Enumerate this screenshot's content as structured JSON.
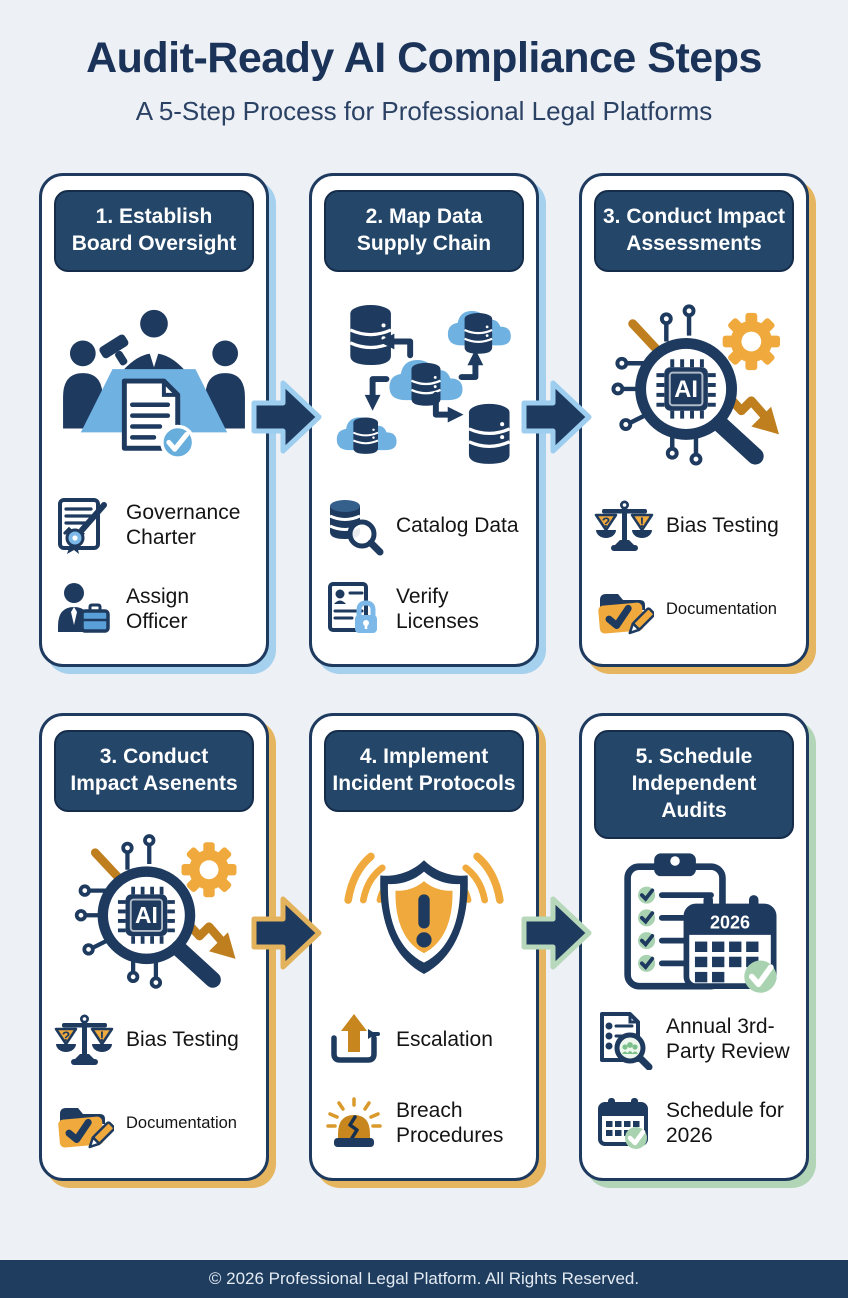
{
  "title": "Audit-Ready AI Compliance Steps",
  "subtitle": "A 5-Step Process for Professional Legal Platforms",
  "footer": {
    "text": "© 2026 Professional Legal Platform. All Rights Reserved."
  },
  "colors": {
    "background": "#edf1f6",
    "navy": "#1e3a5f",
    "header_pill": "#234669",
    "light_blue": "#6fb1e0",
    "check_blue": "#67aedd",
    "orange": "#f0a93c",
    "gold": "#bf7f1f",
    "green_light": "#a9d3b0",
    "shadow_blue": "#a5d0ee",
    "shadow_gold": "#e6b55f",
    "shadow_green": "#b2d5b8",
    "footer_bg": "#1f3d5e"
  },
  "cards": [
    {
      "header_line1": "1. Establish",
      "header_line2": "Board Oversight",
      "main_icon": "board-meeting-icon",
      "bullets": [
        {
          "icon": "governance-charter-icon",
          "label": "Governance Charter"
        },
        {
          "icon": "assign-officer-icon",
          "label": "Assign Officer"
        }
      ]
    },
    {
      "header_line1": "2. Map Data",
      "header_line2": "Supply Chain",
      "main_icon": "data-supply-chain-icon",
      "bullets": [
        {
          "icon": "catalog-data-icon",
          "label": "Catalog Data"
        },
        {
          "icon": "verify-licenses-icon",
          "label": "Verify Licenses"
        }
      ]
    },
    {
      "header_line1": "3. Conduct Impact",
      "header_line2": "Assessments",
      "main_icon": "ai-impact-magnifier-icon",
      "chip_label": "AI",
      "bullets": [
        {
          "icon": "bias-testing-scales-icon",
          "label": "Bias Testing",
          "glyphs": [
            "?",
            "!"
          ]
        },
        {
          "icon": "documentation-folder-icon",
          "label": "Documentation"
        }
      ]
    },
    {
      "header_line1": "3. Conduct",
      "header_line2": "Impact Asenents",
      "main_icon": "ai-impact-magnifier-icon",
      "chip_label": "AI",
      "bullets": [
        {
          "icon": "bias-testing-scales-icon",
          "label": "Bias Testing",
          "glyphs": [
            "?",
            "!"
          ]
        },
        {
          "icon": "documentation-folder-icon",
          "label": "Documentation"
        }
      ]
    },
    {
      "header_line1": "4. Implement",
      "header_line2": "Incident Protocols",
      "main_icon": "incident-alert-shield-icon",
      "bullets": [
        {
          "icon": "escalation-icon",
          "label": "Escalation"
        },
        {
          "icon": "breach-procedures-icon",
          "label": "Breach Procedures"
        }
      ]
    },
    {
      "header_line1": "5. Schedule",
      "header_line2": "Independent Audits",
      "main_icon": "audit-checklist-calendar-icon",
      "calendar_year": "2026",
      "bullets": [
        {
          "icon": "third-party-review-icon",
          "label": "Annual 3rd-Party Review"
        },
        {
          "icon": "schedule-2026-calendar-icon",
          "label": "Schedule for 2026"
        }
      ]
    }
  ]
}
